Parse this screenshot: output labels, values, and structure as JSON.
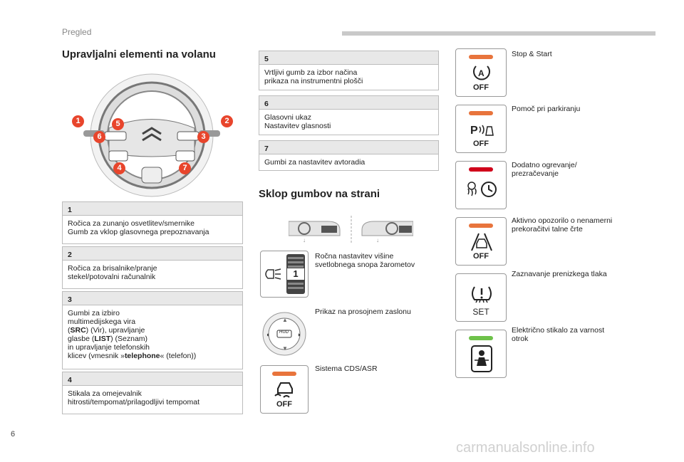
{
  "header": {
    "section": "Pregled"
  },
  "page_number": "6",
  "watermark": "carmanualsonline.info",
  "colors": {
    "orange": "#e8743c",
    "red": "#d0021b",
    "green": "#6ec24a",
    "callout": "#e8452c"
  },
  "left": {
    "title": "Upravljalni elementi na volanu",
    "callouts": [
      "1",
      "2",
      "3",
      "4",
      "5",
      "6",
      "7"
    ],
    "boxes": [
      {
        "num": "1",
        "text": "Ročica za zunanjo osvetlitev/smernike\nGumb za vklop glasovnega prepoznavanja"
      },
      {
        "num": "2",
        "text": "Ročica za brisalnike/pranje\nstekel/potovalni računalnik"
      },
      {
        "num": "3",
        "text_parts": [
          "Gumbi za izbiro\nmultimedijskega vira\n(",
          "SRC",
          ") (Vir), upravljanje\nglasbe (",
          "LIST",
          ") (Seznam)\nin upravljanje telefonskih\nklicev (vmesnik »",
          "telephone",
          "« (telefon))"
        ]
      },
      {
        "num": "4",
        "text": "Stikala za omejevalnik\nhitrosti/tempomat/prilagodljivi tempomat"
      }
    ]
  },
  "middle": {
    "boxes": [
      {
        "num": "5",
        "text": "Vrtljivi gumb za izbor načina\nprikaza na instrumentni plošči"
      },
      {
        "num": "6",
        "text": "Glasovni ukaz\nNastavitev glasnosti"
      },
      {
        "num": "7",
        "text": "Gumbi za nastavitev avtoradia"
      }
    ],
    "title": "Sklop gumbov na strani",
    "items": [
      {
        "caption": "Ročna nastavitev višine\nsvetlobnega snopa žarometov",
        "icon": "headlamp-level-icon",
        "value": "1"
      },
      {
        "caption": "Prikaz na prosojnem zaslonu",
        "icon": "head-up-display-icon",
        "label": "HUD"
      },
      {
        "caption": "Sistema CDS/ASR",
        "icon": "traction-control-off-icon",
        "off": "OFF"
      }
    ]
  },
  "right": {
    "items": [
      {
        "caption": "Stop & Start",
        "icon": "stop-start-icon",
        "off": "OFF",
        "led": "orange"
      },
      {
        "caption": "Pomoč pri parkiranju",
        "icon": "park-assist-icon",
        "off": "OFF",
        "led": "orange"
      },
      {
        "caption": "Dodatno ogrevanje/\nprezračevanje",
        "icon": "auxiliary-heating-icon",
        "off": "",
        "led": "red"
      },
      {
        "caption": "Aktivno opozorilo o nenamerni\nprekoračitvi talne črte",
        "icon": "lane-departure-icon",
        "off": "OFF",
        "led": "orange"
      },
      {
        "caption": "Zaznavanje prenizkega tlaka",
        "icon": "tyre-pressure-icon",
        "off": "SET",
        "led": ""
      },
      {
        "caption": "Električno stikalo za varnost\notrok",
        "icon": "child-lock-icon",
        "off": "",
        "led": "green"
      }
    ]
  }
}
